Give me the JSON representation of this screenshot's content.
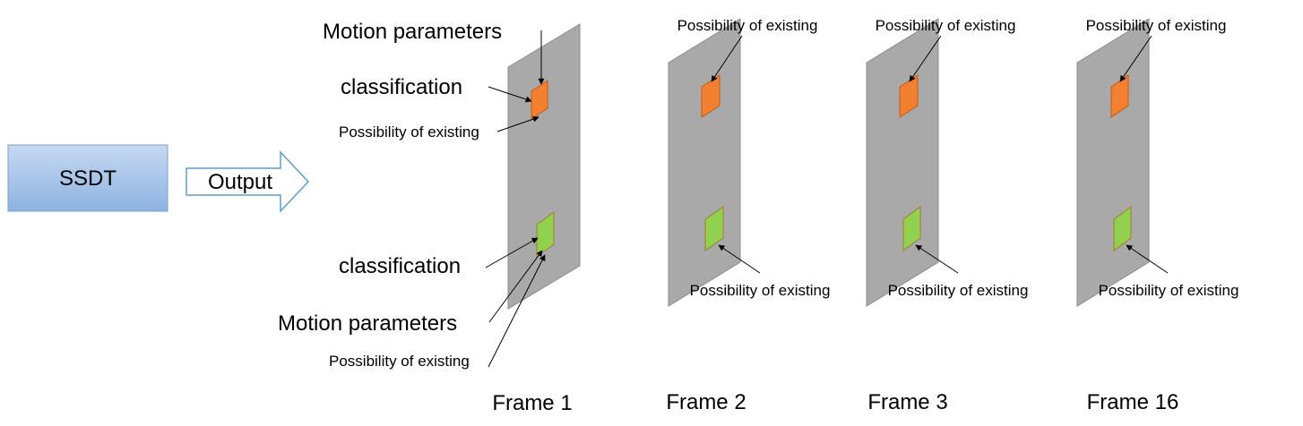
{
  "ssdt_box": {
    "label": "SSDT"
  },
  "output_arrow": {
    "label": "Output"
  },
  "frames": [
    {
      "caption": "Frame 1",
      "top_annotations": {
        "motion": "Motion parameters",
        "classification": "classification",
        "existence": "Possibility of existing"
      },
      "bottom_annotations": {
        "classification": "classification",
        "motion": "Motion parameters",
        "existence": "Possibility of existing"
      }
    },
    {
      "caption": "Frame 2",
      "top_label": "Possibility of existing",
      "bottom_label": "Possibility of existing"
    },
    {
      "caption": "Frame 3",
      "top_label": "Possibility of existing",
      "bottom_label": "Possibility of existing"
    },
    {
      "caption": "Frame 16",
      "top_label": "Possibility of existing",
      "bottom_label": "Possibility of existing"
    }
  ],
  "colors": {
    "panel": "#a9a9a9",
    "orange_box": "#f28030",
    "green_box": "#92d050",
    "ssdt_fill_top": "#c6d9f1",
    "ssdt_fill_bottom": "#8db3e2",
    "arrow_outline": "#5b9bd5"
  }
}
